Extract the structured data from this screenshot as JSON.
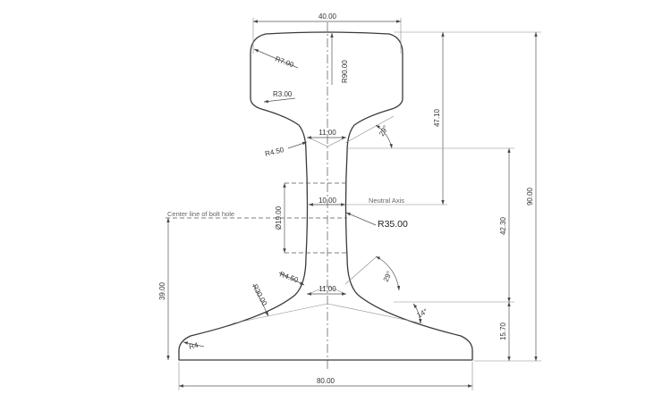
{
  "dimensions": {
    "head_width": "40.00",
    "base_width": "80.00",
    "total_height": "90.00",
    "upper_height": "47.10",
    "lower_height": "42.30",
    "flange_height": "15.70",
    "bolt_height": "39.00",
    "web_top": "11.00",
    "web_middle": "10.00",
    "web_bottom": "11.00",
    "bolt_diameter": "Ø19.00"
  },
  "radii": {
    "head_corner": "R7.00",
    "crown": "R90.00",
    "head_under": "R3.00",
    "upper_fillet": "R4.50",
    "web": "R35.00",
    "lower_fillet": "R4.50",
    "base_fillet": "R30.00",
    "toe": "R4"
  },
  "angles": {
    "upper": "29°",
    "lower": "29°",
    "flange": "14°"
  },
  "notes": {
    "neutral_axis": "Neutral Axis",
    "bolt_centerline": "Center line of bolt hole"
  },
  "colors": {
    "outline": "#3a3a3a",
    "dimension": "#555555",
    "text": "#333333"
  }
}
